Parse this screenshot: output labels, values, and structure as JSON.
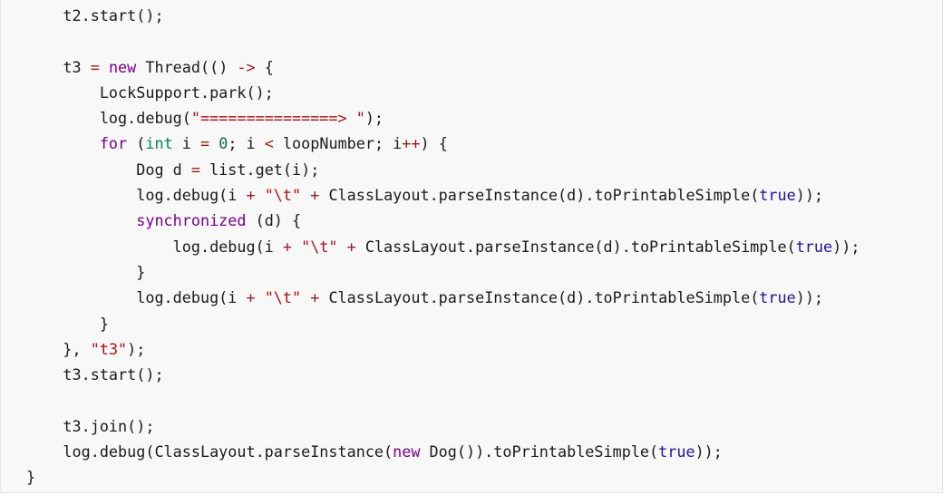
{
  "code_lines": [
    [
      {
        "t": "    t2.start();",
        "c": "p"
      }
    ],
    [],
    [
      {
        "t": "    t3 ",
        "c": "p"
      },
      {
        "t": "=",
        "c": "o"
      },
      {
        "t": " ",
        "c": "p"
      },
      {
        "t": "new",
        "c": "k"
      },
      {
        "t": " Thread(() ",
        "c": "p"
      },
      {
        "t": "->",
        "c": "o"
      },
      {
        "t": " {",
        "c": "p"
      }
    ],
    [
      {
        "t": "        LockSupport.park();",
        "c": "p"
      }
    ],
    [
      {
        "t": "        log.debug(",
        "c": "p"
      },
      {
        "t": "\"===============> \"",
        "c": "s"
      },
      {
        "t": ");",
        "c": "p"
      }
    ],
    [
      {
        "t": "        ",
        "c": "p"
      },
      {
        "t": "for",
        "c": "k"
      },
      {
        "t": " (",
        "c": "p"
      },
      {
        "t": "int",
        "c": "t"
      },
      {
        "t": " i ",
        "c": "p"
      },
      {
        "t": "=",
        "c": "o"
      },
      {
        "t": " ",
        "c": "p"
      },
      {
        "t": "0",
        "c": "n"
      },
      {
        "t": "; i ",
        "c": "p"
      },
      {
        "t": "<",
        "c": "o"
      },
      {
        "t": " loopNumber; i",
        "c": "p"
      },
      {
        "t": "++",
        "c": "o"
      },
      {
        "t": ") {",
        "c": "p"
      }
    ],
    [
      {
        "t": "            Dog d ",
        "c": "p"
      },
      {
        "t": "=",
        "c": "o"
      },
      {
        "t": " list.get(i);",
        "c": "p"
      }
    ],
    [
      {
        "t": "            log.debug(i ",
        "c": "p"
      },
      {
        "t": "+",
        "c": "o"
      },
      {
        "t": " ",
        "c": "p"
      },
      {
        "t": "\"\\t\"",
        "c": "s"
      },
      {
        "t": " ",
        "c": "p"
      },
      {
        "t": "+",
        "c": "o"
      },
      {
        "t": " ClassLayout.parseInstance(d).toPrintableSimple(",
        "c": "p"
      },
      {
        "t": "true",
        "c": "a"
      },
      {
        "t": "));",
        "c": "p"
      }
    ],
    [
      {
        "t": "            ",
        "c": "p"
      },
      {
        "t": "synchronized",
        "c": "k"
      },
      {
        "t": " (d) {",
        "c": "p"
      }
    ],
    [
      {
        "t": "                log.debug(i ",
        "c": "p"
      },
      {
        "t": "+",
        "c": "o"
      },
      {
        "t": " ",
        "c": "p"
      },
      {
        "t": "\"\\t\"",
        "c": "s"
      },
      {
        "t": " ",
        "c": "p"
      },
      {
        "t": "+",
        "c": "o"
      },
      {
        "t": " ClassLayout.parseInstance(d).toPrintableSimple(",
        "c": "p"
      },
      {
        "t": "true",
        "c": "a"
      },
      {
        "t": "));",
        "c": "p"
      }
    ],
    [
      {
        "t": "            }",
        "c": "p"
      }
    ],
    [
      {
        "t": "            log.debug(i ",
        "c": "p"
      },
      {
        "t": "+",
        "c": "o"
      },
      {
        "t": " ",
        "c": "p"
      },
      {
        "t": "\"\\t\"",
        "c": "s"
      },
      {
        "t": " ",
        "c": "p"
      },
      {
        "t": "+",
        "c": "o"
      },
      {
        "t": " ClassLayout.parseInstance(d).toPrintableSimple(",
        "c": "p"
      },
      {
        "t": "true",
        "c": "a"
      },
      {
        "t": "));",
        "c": "p"
      }
    ],
    [
      {
        "t": "        }",
        "c": "p"
      }
    ],
    [
      {
        "t": "    }, ",
        "c": "p"
      },
      {
        "t": "\"t3\"",
        "c": "s"
      },
      {
        "t": ");",
        "c": "p"
      }
    ],
    [
      {
        "t": "    t3.start();",
        "c": "p"
      }
    ],
    [],
    [
      {
        "t": "    t3.join();",
        "c": "p"
      }
    ],
    [
      {
        "t": "    log.debug(ClassLayout.parseInstance(",
        "c": "p"
      },
      {
        "t": "new",
        "c": "k"
      },
      {
        "t": " Dog()).toPrintableSimple(",
        "c": "p"
      },
      {
        "t": "true",
        "c": "a"
      },
      {
        "t": "));",
        "c": "p"
      }
    ],
    [
      {
        "t": "}",
        "c": "p"
      }
    ]
  ],
  "colors": {
    "background": "#f8f8f8",
    "keyword": "#770088",
    "string": "#aa1111",
    "operator": "#981a1a",
    "type": "#008855",
    "number": "#116644",
    "atom": "#221199",
    "plain": "#1a1a1a"
  }
}
